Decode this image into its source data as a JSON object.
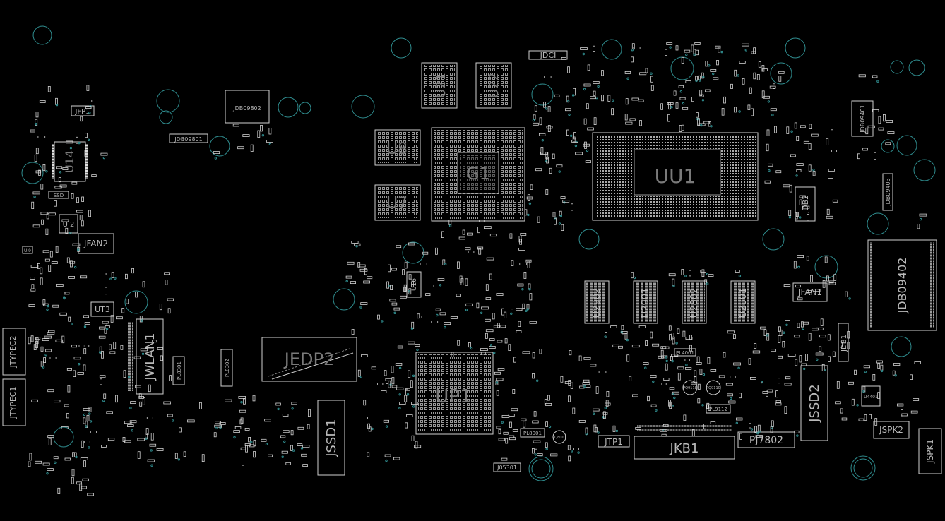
{
  "colors": {
    "background": "#000000",
    "silkscreen": "#d9d9d9",
    "label": "#8a8a8a",
    "via": "#2f8d8f"
  },
  "components": {
    "g1": "G1",
    "uu1": "UU1",
    "up1": "UP1",
    "u21": "U21",
    "u22": "U22",
    "u8": "U8",
    "u7": "U7",
    "u14": "U14",
    "ui2": "UI2",
    "ut3": "UT3",
    "u16": "U16",
    "u2902": "U2902",
    "u2901": "U2901",
    "u2802": "U2802",
    "u2801": "U2801",
    "jedp2": "JEDP2",
    "jssd1": "JSSD1",
    "jssd2": "JSSD2",
    "jkb1": "JKB1",
    "jwlan1": "JWLAN1",
    "jfan1": "JFAN1",
    "jfan2": "JFAN2",
    "jfp1": "JFP1",
    "jdci": "JDCI",
    "jdb2": "JDB2",
    "jdb1": "JDB1",
    "jdb09402": "JDB09402",
    "jdb09801": "JDB09801",
    "jdb09802": "JDB09802",
    "jdb09403": "JDB09403",
    "jdb09401": "JDB09401",
    "jtypec1": "JTYPEC1",
    "jtypec2": "JTYPEC2",
    "jspk1": "JSPK1",
    "jspk2": "JSPK2",
    "jtp1": "JTP1",
    "pj7802": "PJ7802",
    "j05301": "J05301",
    "u4401": "U4401",
    "pl4001": "PL4001",
    "pl9112": "PL9112",
    "pl8001": "PL8001",
    "pq8001": "PQ8001",
    "pq9110": "PQ9110",
    "pq9118": "PQ9118",
    "pl8302": "PL8302",
    "pl8301": "PL8301",
    "ssd": "SSD",
    "ui9": "UI9"
  }
}
